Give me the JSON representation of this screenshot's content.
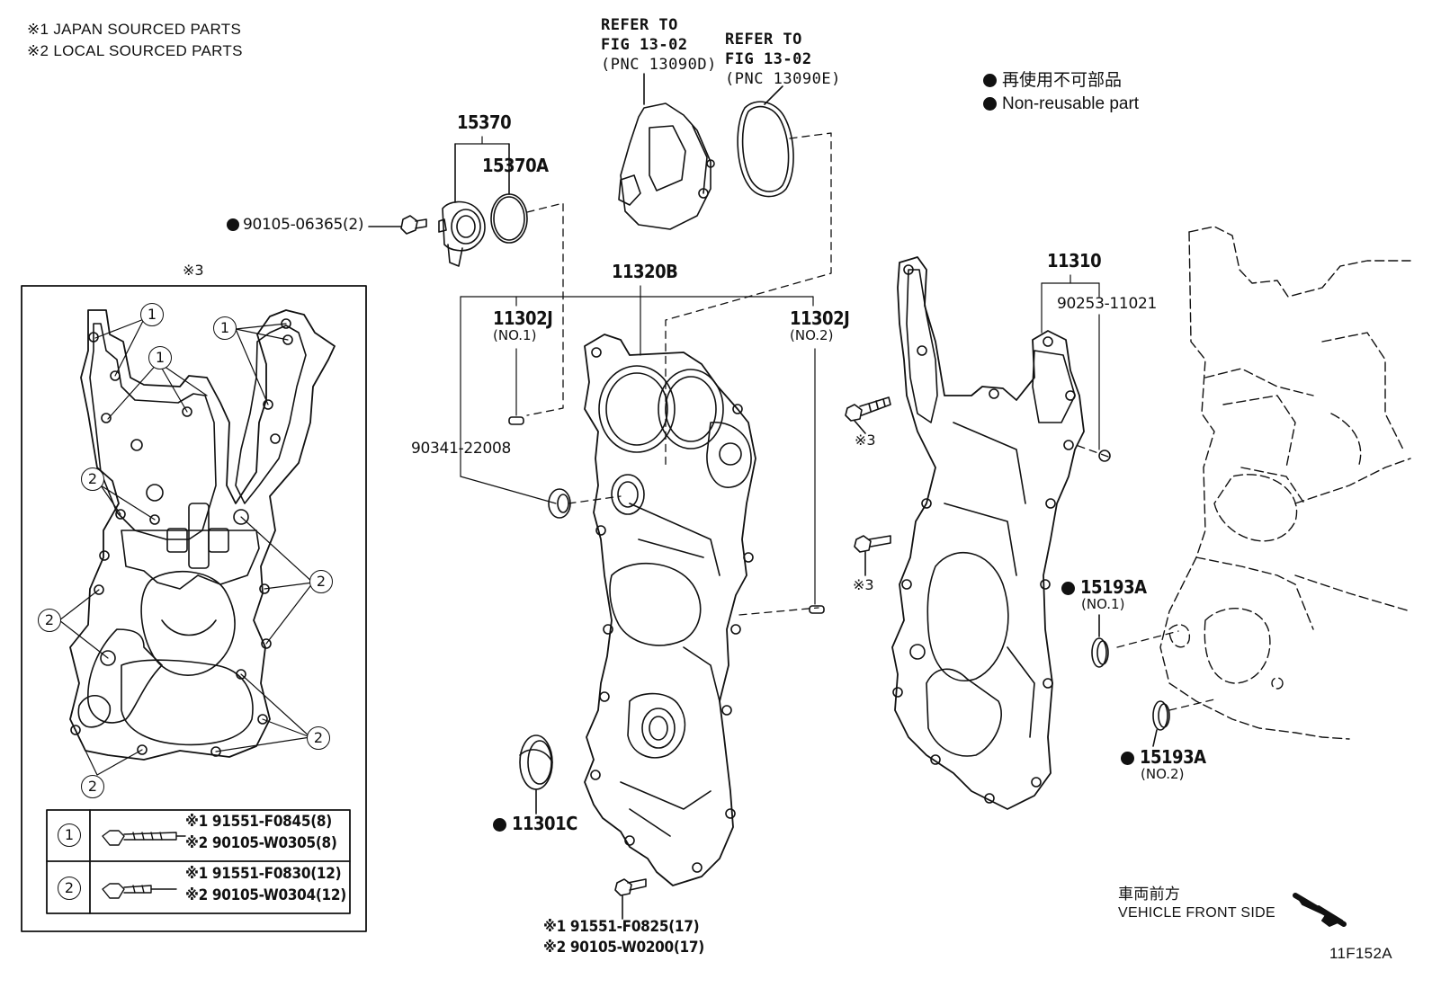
{
  "notes": {
    "japan": "※1 JAPAN SOURCED PARTS",
    "local": "※2 LOCAL SOURCED PARTS"
  },
  "legend": {
    "jp": "再使用不可部品",
    "en": "Non-reusable part"
  },
  "refs": {
    "a_line1": "REFER TO",
    "a_line2": "FIG 13-02",
    "a_line3": "(PNC 13090D)",
    "b_line1": "REFER TO",
    "b_line2": "FIG 13-02",
    "b_line3": "(PNC 13090E)"
  },
  "parts": {
    "p15370": "15370",
    "p15370a": "15370A",
    "bolt_06365": "90105-06365(2)",
    "p11320b": "11320B",
    "p11302j_1": "11302J",
    "p11302j_1_sub": "(NO.1)",
    "p11302j_2": "11302J",
    "p11302j_2_sub": "(NO.2)",
    "p90341": "90341-22008",
    "p11301c": "11301C",
    "p11310": "11310",
    "p90253": "90253-11021",
    "p15193a_1": "15193A",
    "p15193a_1_sub": "(NO.1)",
    "p15193a_2": "15193A",
    "p15193a_2_sub": "(NO.2)",
    "mark3": "※3",
    "mark3_bolt_a": "※3",
    "mark3_bolt_b": "※3",
    "bottom_bolt_1": "※1 91551-F0825(17)",
    "bottom_bolt_2": "※2 90105-W0200(17)"
  },
  "gasket_table": {
    "rows": [
      {
        "circle": "1",
        "line1": "※1 91551-F0845(8)",
        "line2": "※2 90105-W0305(8)"
      },
      {
        "circle": "2",
        "line1": "※1 91551-F0830(12)",
        "line2": "※2 90105-W0304(12)"
      }
    ]
  },
  "callouts": {
    "one": "1",
    "two": "2"
  },
  "direction": {
    "jp": "車両前方",
    "en": "VEHICLE FRONT SIDE"
  },
  "figure_id": "11F152A"
}
